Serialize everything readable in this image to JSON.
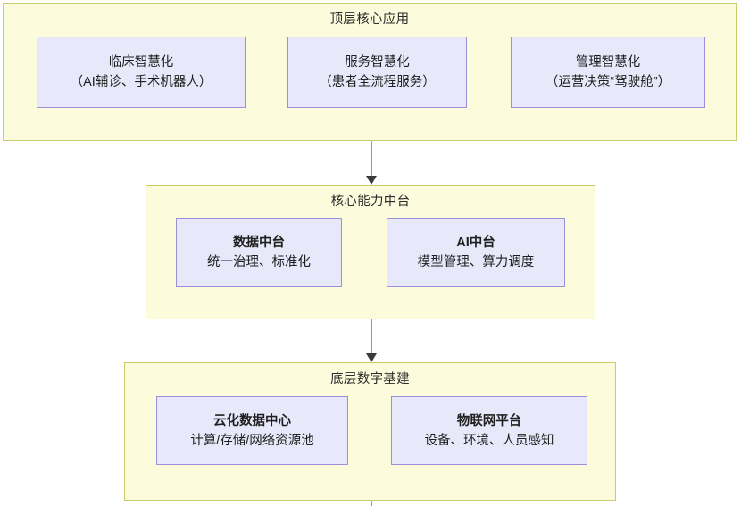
{
  "diagram": {
    "type": "layered-architecture",
    "colors": {
      "layer_fill": "#fcfcdc",
      "layer_border": "#c9cc6b",
      "node_fill": "#e8e8fb",
      "node_border": "#9f8fd6",
      "arrow": "#9a9a9a",
      "arrow_head": "#3a3a3a",
      "text": "#1f1f1f",
      "background": "#ffffff"
    },
    "layers": [
      {
        "id": "top",
        "title": "顶层核心应用",
        "nodes": [
          {
            "id": "clinical",
            "title": "临床智慧化",
            "sub": "（AI辅诊、手术机器人）",
            "bold": false
          },
          {
            "id": "service",
            "title": "服务智慧化",
            "sub": "（患者全流程服务）",
            "bold": false
          },
          {
            "id": "manage",
            "title": "管理智慧化",
            "sub": "（运营决策“驾驶舱”）",
            "bold": false
          }
        ]
      },
      {
        "id": "middle",
        "title": "核心能力中台",
        "nodes": [
          {
            "id": "data-mid",
            "title": "数据中台",
            "sub": "统一治理、标准化",
            "bold": true
          },
          {
            "id": "ai-mid",
            "title": "AI中台",
            "sub": "模型管理、算力调度",
            "bold": true
          }
        ]
      },
      {
        "id": "bottom",
        "title": "底层数字基建",
        "nodes": [
          {
            "id": "cloud-dc",
            "title": "云化数据中心",
            "sub": "计算/存储/网络资源池",
            "bold": true
          },
          {
            "id": "iot",
            "title": "物联网平台",
            "sub": "设备、环境、人员感知",
            "bold": true
          }
        ]
      }
    ],
    "connectors": [
      {
        "id": "top-middle",
        "from": "top",
        "to": "middle",
        "style": "solid-arrow-down"
      },
      {
        "id": "middle-bottom",
        "from": "middle",
        "to": "bottom",
        "style": "solid-arrow-down"
      },
      {
        "id": "bottom-stub",
        "from": "bottom",
        "to": "",
        "style": "solid-line-down"
      }
    ]
  }
}
